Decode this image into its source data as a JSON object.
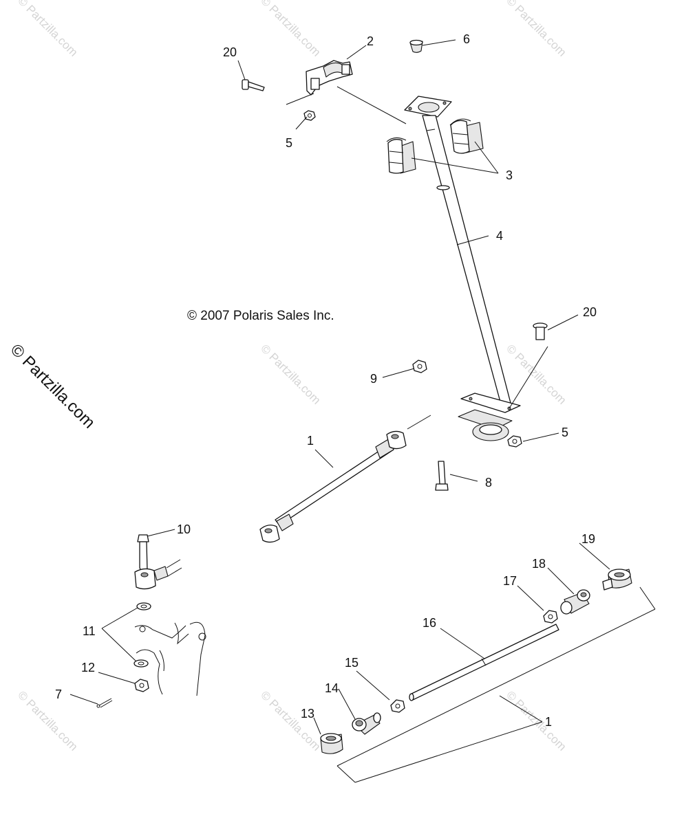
{
  "diagram": {
    "copyright": "© 2007 Polaris Sales Inc.",
    "side_watermark": "© Partzilla.com",
    "watermark": "© Partzilla.com",
    "callouts": {
      "c20a": "20",
      "c2": "2",
      "c6": "6",
      "c5a": "5",
      "c3": "3",
      "c4": "4",
      "c20b": "20",
      "c9": "9",
      "c5b": "5",
      "c1a": "1",
      "c8": "8",
      "c10": "10",
      "c19": "19",
      "c18": "18",
      "c17": "17",
      "c16": "16",
      "c11": "11",
      "c15": "15",
      "c12": "12",
      "c14": "14",
      "c7": "7",
      "c13": "13",
      "c1b": "1"
    }
  }
}
